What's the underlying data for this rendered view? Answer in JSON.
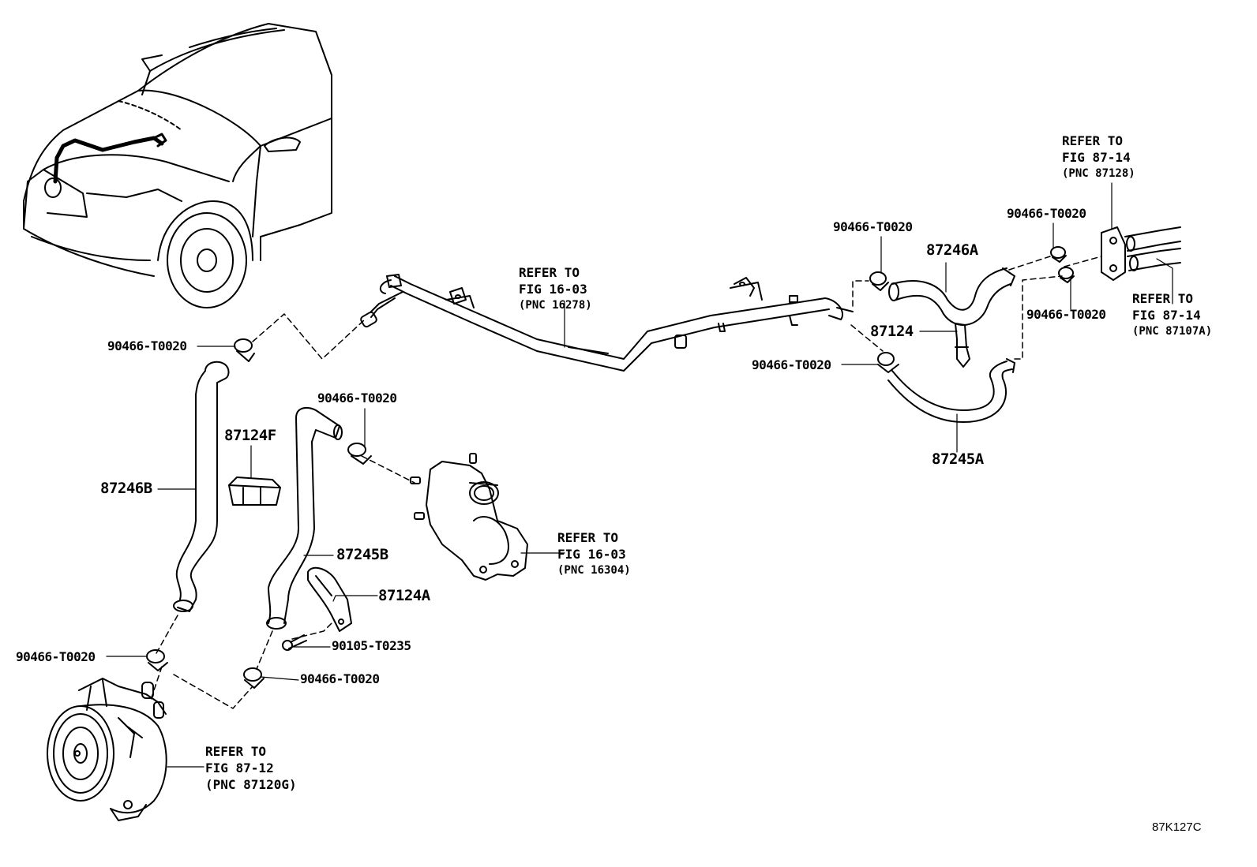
{
  "diagram_code": "87K127C",
  "part_labels": {
    "clip_top_left": "90466-T0020",
    "clip_mid": "90466-T0020",
    "clip_right_top": "90466-T0020",
    "clip_far_right_top": "90466-T0020",
    "clip_far_right_bottom": "90466-T0020",
    "clip_right_mid": "90466-T0020",
    "clip_bottom_left": "90466-T0020",
    "clip_bottom_mid": "90466-T0020",
    "bolt": "90105-T0235",
    "hose_87246A": "87246A",
    "hose_87246B": "87246B",
    "hose_87245A": "87245A",
    "hose_87245B": "87245B",
    "clamp_87124": "87124",
    "clamp_87124F": "87124F",
    "clamp_87124A": "87124A"
  },
  "references": {
    "pipe": {
      "line1": "REFER TO",
      "line2": "FIG 16-03",
      "line3": "(PNC 16278)"
    },
    "water_outlet": {
      "line1": "REFER TO",
      "line2": "FIG 16-03",
      "line3": "(PNC 16304)"
    },
    "pump": {
      "line1": "REFER TO",
      "line2": "FIG 87-12",
      "line3": "(PNC 87120G)"
    },
    "top_right": {
      "line1": "REFER TO",
      "line2": "FIG 87-14",
      "line3": "(PNC 87128)"
    },
    "right": {
      "line1": "REFER TO",
      "line2": "FIG 87-14",
      "line3": "(PNC 87107A)"
    }
  }
}
